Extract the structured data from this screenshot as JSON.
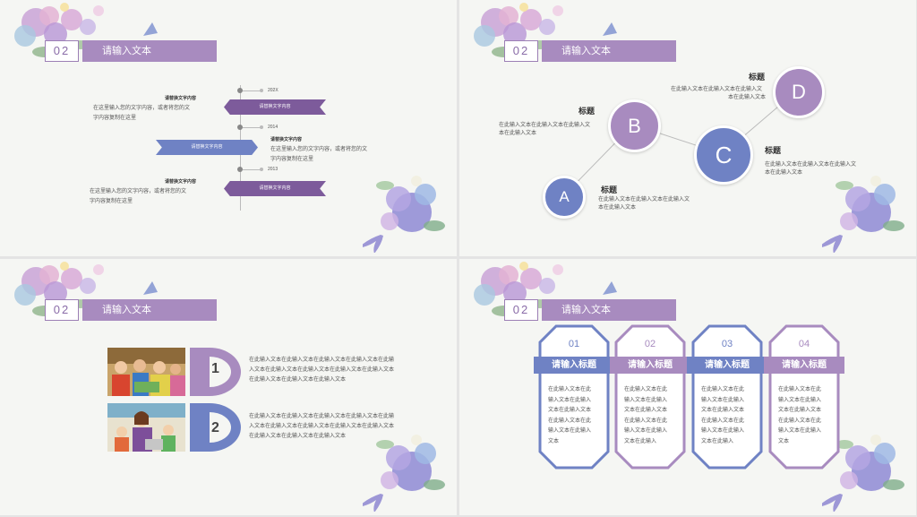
{
  "colors": {
    "purple": "#a88bbf",
    "dark_purple": "#7d5b9b",
    "blue": "#6f82c4",
    "light_purple": "#b18cc4"
  },
  "slide1": {
    "header": {
      "num": "02",
      "title": "请输入文本"
    },
    "years": [
      "202X",
      "2014",
      "2013"
    ],
    "entries": [
      {
        "title": "请替换文字内容",
        "text": [
          "在这里输入您的文字内容，或者将您的文",
          "字内容复制在这里"
        ],
        "ribbon": "请替换文字内容"
      },
      {
        "title": "请替换文字内容",
        "text": [
          "在这里输入您的文字内容，或者将您的文",
          "字内容复制在这里"
        ],
        "ribbon": "请替换文字内容"
      },
      {
        "title": "请替换文字内容",
        "text": [
          "在这里输入您的文字内容，或者将您的文",
          "字内容复制在这里"
        ],
        "ribbon": "请替换文字内容"
      }
    ]
  },
  "slide2": {
    "header": {
      "num": "02",
      "title": "请输入文本"
    },
    "nodes": [
      {
        "letter": "A",
        "title": "标题",
        "desc": [
          "在此输入文本在此输入文本在此输入文",
          "本在此输入文本"
        ]
      },
      {
        "letter": "B",
        "title": "标题",
        "desc": [
          "在此输入文本在此输入文本在此输入文",
          "本在此输入文本"
        ]
      },
      {
        "letter": "C",
        "title": "标题",
        "desc": [
          "在此输入文本在此输入文本在此输入文",
          "本在此输入文本"
        ]
      },
      {
        "letter": "D",
        "title": "标题",
        "desc": [
          "在此输入文本在此输入文本在此输入文",
          "本在此输入文本"
        ]
      }
    ]
  },
  "slide3": {
    "header": {
      "num": "02",
      "title": "请输入文本"
    },
    "items": [
      {
        "num": "1",
        "text": [
          "在此输入文本在此输入文本在此输入文本在此输入文本在此输",
          "入文本在此输入文本在此输入文本在此输入文本在此输入文本",
          "在此输入文本在此输入文本在此输入文本"
        ]
      },
      {
        "num": "2",
        "text": [
          "在此输入文本在此输入文本在此输入文本在此输入文本在此输",
          "入文本在此输入文本在此输入文本在此输入文本在此输入文本",
          "在此输入文本在此输入文本在此输入文本"
        ]
      }
    ]
  },
  "slide4": {
    "header": {
      "num": "02",
      "title": "请输入文本"
    },
    "cards": [
      {
        "num": "01",
        "title": "请输入标题",
        "text": [
          "在此输入文本在此",
          "输入文本在此输入",
          "文本在此输入文本",
          "在此输入文本在此",
          "输入文本在此输入",
          "文本"
        ]
      },
      {
        "num": "02",
        "title": "请输入标题",
        "text": [
          "在此输入文本在此",
          "输入文本在此输入",
          "文本在此输入文本",
          "在此输入文本在此",
          "输入文本在此输入",
          "文本在此输入"
        ]
      },
      {
        "num": "03",
        "title": "请输入标题",
        "text": [
          "在此输入文本在此",
          "输入文本在此输入",
          "文本在此输入文本",
          "在此输入文本在此",
          "输入文本在此输入",
          "文本在此输入"
        ]
      },
      {
        "num": "04",
        "title": "请输入标题",
        "text": [
          "在此输入文本在此",
          "输入文本在此输入",
          "文本在此输入文本",
          "在此输入文本在此",
          "输入文本在此输入",
          "文本"
        ]
      }
    ]
  }
}
